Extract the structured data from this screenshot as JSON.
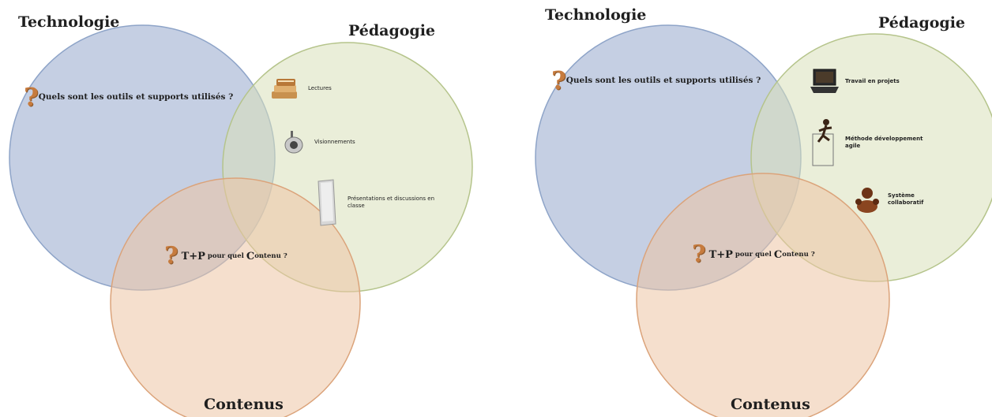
{
  "colors": {
    "technologie_fill": "#b6c3dc",
    "technologie_stroke": "#8ea4c8",
    "pedagogie_fill": "#d8e0b9",
    "pedagogie_stroke": "#b5c48b",
    "contenus_fill": "#edc4a4",
    "contenus_stroke": "#dba37a",
    "question_mark": "#c67b3e"
  },
  "left": {
    "label_technologie": "Technologie",
    "label_pedagogie": "Pédagogie",
    "label_contenus": "Contenus",
    "question": "Quels sont les outils et supports utilisés ?",
    "tp_main": "T+P",
    "tp_middle": " pour quel ",
    "tp_c": "C",
    "tp_end": "ontenu ?",
    "items": [
      {
        "icon": "books-icon",
        "label": "Lectures"
      },
      {
        "icon": "video-camera-icon",
        "label": "Visionnements"
      },
      {
        "icon": "document-icon",
        "label": "Présentations et discussions en classe"
      }
    ]
  },
  "right": {
    "label_technologie": "Technologie",
    "label_pedagogie": "Pédagogie",
    "label_contenus": "Contenus",
    "question": "Quels sont les outils et supports utilisés ?",
    "tp_main": "T+P",
    "tp_middle": " pour quel ",
    "tp_c": "C",
    "tp_end": "ontenu ?",
    "items": [
      {
        "icon": "laptop-icon",
        "label": "Travail en projets"
      },
      {
        "icon": "runner-icon",
        "label": "Méthode développement agile"
      },
      {
        "icon": "teamwork-icon",
        "label": "Système collaboratif"
      }
    ]
  }
}
